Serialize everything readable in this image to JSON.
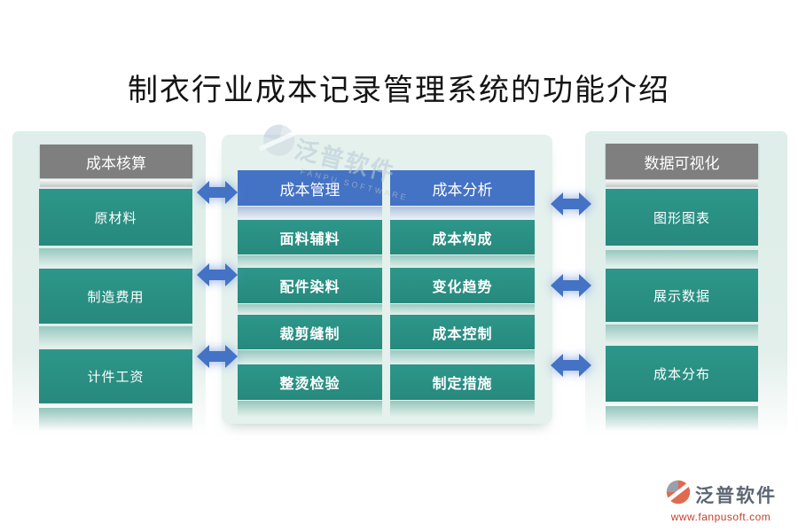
{
  "title": "制衣行业成本记录管理系统的功能介绍",
  "watermark": {
    "brand": "泛普软件",
    "subtitle": "FANPU SOFTWARE"
  },
  "left_panel": {
    "header": "成本核算",
    "items": [
      "原材料",
      "制造费用",
      "计件工资"
    ]
  },
  "middle_panel": {
    "columns": [
      {
        "header": "成本管理",
        "items": [
          "面料辅料",
          "配件染料",
          "裁剪缝制",
          "整烫检验"
        ]
      },
      {
        "header": "成本分析",
        "items": [
          "成本构成",
          "变化趋势",
          "成本控制",
          "制定措施"
        ]
      }
    ]
  },
  "right_panel": {
    "header": "数据可视化",
    "items": [
      "图形图表",
      "展示数据",
      "成本分布"
    ]
  },
  "footer": {
    "brand": "泛普软件",
    "website": "www.fanpusoft.com"
  },
  "colors": {
    "teal_box": "#2a9184",
    "blue_header": "#4472c4",
    "gray_header": "#7f7f7f",
    "middle_panel_bg": "#e4f1ec",
    "side_panel_bg": "#dfeeea",
    "arrow_blue": "#4472c4",
    "title_text": "#141414",
    "footer_brand": "#5c6673",
    "footer_url": "#c4402f",
    "watermark": "#b6c8d8",
    "logo_orange": "#df6b4f",
    "logo_gray": "#98a0ae"
  }
}
